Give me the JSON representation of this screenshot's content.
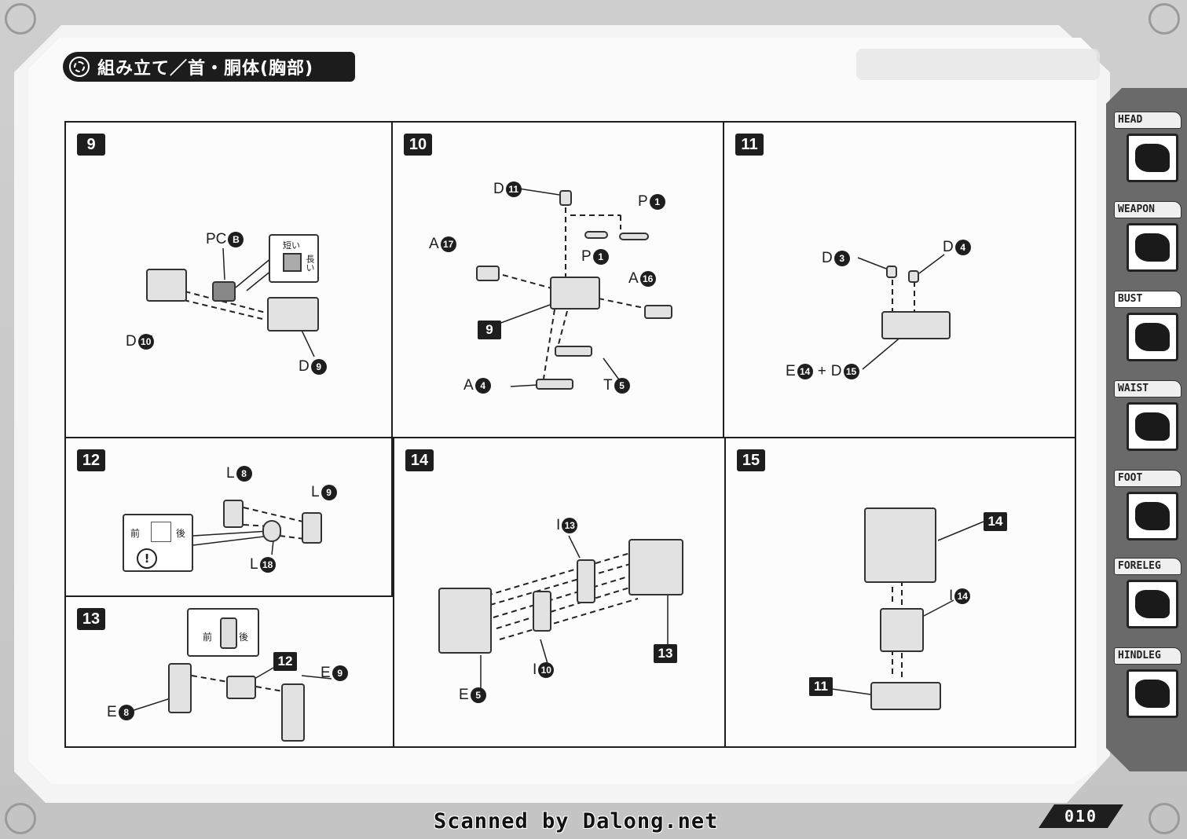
{
  "header": {
    "title": "組み立て／首・胴体(胸部)"
  },
  "steps": {
    "s9": {
      "badge": "9",
      "parts": [
        "PC",
        "B",
        "D",
        "10",
        "D",
        "9"
      ],
      "note_short": "短い",
      "note_long": "長い"
    },
    "s10": {
      "badge": "10",
      "labels": {
        "d11": "D",
        "d11n": "11",
        "p1a": "P",
        "p1an": "1",
        "p1b": "P",
        "p1bn": "1",
        "a17": "A",
        "a17n": "17",
        "a16": "A",
        "a16n": "16",
        "ref9": "9",
        "a4": "A",
        "a4n": "4",
        "t5": "T",
        "t5n": "5"
      }
    },
    "s11": {
      "badge": "11",
      "labels": {
        "d3": "D",
        "d3n": "3",
        "d4": "D",
        "d4n": "4",
        "e14": "E",
        "e14n": "14",
        "plus": "+",
        "d15": "D",
        "d15n": "15"
      }
    },
    "s12": {
      "badge": "12",
      "labels": {
        "l8": "L",
        "l8n": "8",
        "l9": "L",
        "l9n": "9",
        "l18": "L",
        "l18n": "18",
        "front": "前",
        "back": "後",
        "warn": "!"
      }
    },
    "s13": {
      "badge": "13",
      "labels": {
        "e8": "E",
        "e8n": "8",
        "ref12": "12",
        "e9": "E",
        "e9n": "9",
        "front": "前",
        "back": "後"
      }
    },
    "s14": {
      "badge": "14",
      "labels": {
        "i13": "I",
        "i13n": "13",
        "i10": "I",
        "i10n": "10",
        "e5": "E",
        "e5n": "5",
        "ref13": "13"
      }
    },
    "s15": {
      "badge": "15",
      "labels": {
        "ref14": "14",
        "i14": "I",
        "i14n": "14",
        "ref11": "11"
      }
    }
  },
  "tabs": [
    {
      "label": "HEAD",
      "icon": "head-icon"
    },
    {
      "label": "WEAPON",
      "icon": "weapon-icon"
    },
    {
      "label": "BUST",
      "icon": "bust-icon"
    },
    {
      "label": "WAIST",
      "icon": "waist-icon"
    },
    {
      "label": "FOOT",
      "icon": "foot-icon"
    },
    {
      "label": "FORELEG",
      "icon": "foreleg-icon"
    },
    {
      "label": "HINDLEG",
      "icon": "hindleg-icon"
    }
  ],
  "footer": {
    "page": "010",
    "credit": "Scanned by Dalong.net"
  },
  "colors": {
    "ink": "#1e1e1e",
    "paper": "#fafafa",
    "frame": "#c8c8c8",
    "tabstrip": "#6a6a6a"
  }
}
